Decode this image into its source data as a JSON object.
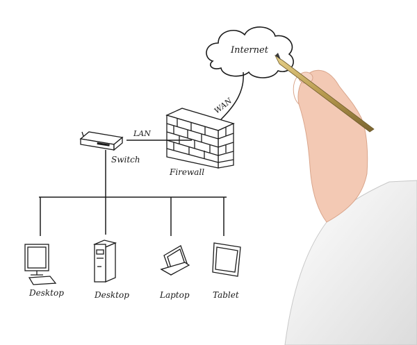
{
  "nodes": {
    "internet": "Internet",
    "wan": "WAN",
    "lan": "LAN",
    "switch": "Switch",
    "firewall": "Firewall",
    "desktop1": "Desktop",
    "desktop2": "Desktop",
    "laptop": "Laptop",
    "tablet": "Tablet"
  },
  "colors": {
    "ink": "#1a1a1a",
    "pen_gold": "#b89a4e",
    "sleeve": "#f2f2f2",
    "skin": "#f3c9b4"
  },
  "icons": [
    "cloud-icon",
    "firewall-icon",
    "switch-icon",
    "desktop-monitor-icon",
    "desktop-tower-icon",
    "laptop-icon",
    "tablet-icon",
    "pen-icon",
    "hand-icon"
  ]
}
